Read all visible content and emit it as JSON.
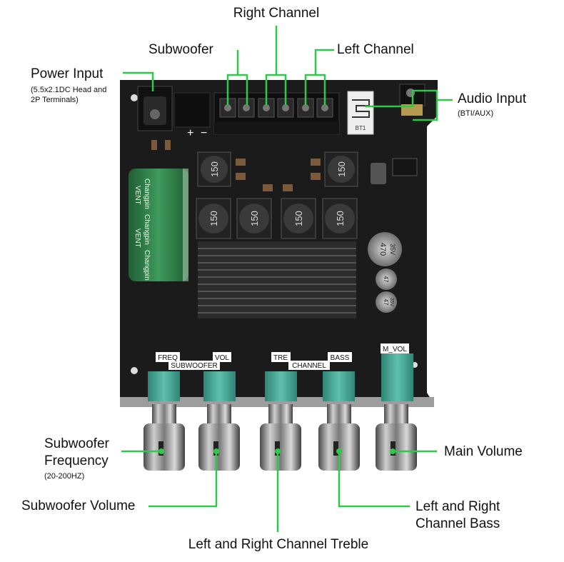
{
  "labels": {
    "right_channel": "Right Channel",
    "subwoofer": "Subwoofer",
    "left_channel": "Left Channel",
    "power_input": "Power Input",
    "power_input_sub": "(5.5x2.1DC Head and\n2P Terminals)",
    "audio_input": "Audio Input",
    "audio_input_sub": "(BTI/AUX)",
    "sub_frequency": "Subwoofer\nFrequency",
    "sub_frequency_sub": "(20-200HZ)",
    "sub_volume": "Subwoofer Volume",
    "treble": "Left and Right Channel Treble",
    "bass": "Left and Right\nChannel Bass",
    "main_volume": "Main Volume"
  },
  "board_text": {
    "freq": "FREQ",
    "vol": "VOL",
    "subwoofer": "SUBWOOFER",
    "tre": "TRE",
    "bass": "BASS",
    "channel": "CHANNEL",
    "m_vol": "M_VOL",
    "inductor": "150",
    "cap_brand": "Changpin",
    "cap_vent": "VENT",
    "cap_big_value": "470",
    "cap_big_volt": "35V",
    "cap_small_value": "47",
    "cap_small_volt": "35V",
    "bt1": "BT1",
    "plus": "+",
    "minus": "−"
  },
  "colors": {
    "callout_green": "#2fc84a",
    "board_black": "#1b1b1b",
    "heatsink": "#2c2c2c",
    "knob_teal": "#3c9c8c",
    "knob_chrome": "#8f8f8f",
    "label_text": "#111111"
  }
}
